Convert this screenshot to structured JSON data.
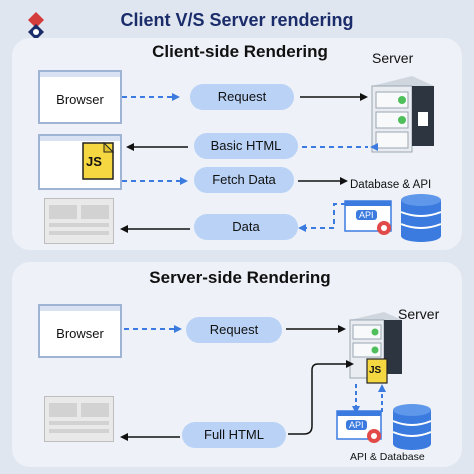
{
  "title": "Client V/S Server rendering",
  "client": {
    "heading": "Client-side Rendering",
    "server_label": "Server",
    "browser_label": "Browser",
    "request_label": "Request",
    "basic_html_label": "Basic HTML",
    "fetch_label": "Fetch Data",
    "db_label": "Database & API",
    "data_label": "Data",
    "js_badge": "JS",
    "api_badge": "API"
  },
  "server": {
    "heading": "Server-side Rendering",
    "server_label": "Server",
    "browser_label": "Browser",
    "request_label": "Request",
    "full_html_label": "Full HTML",
    "db_label": "API & Database",
    "js_badge": "JS",
    "api_badge": "API"
  },
  "colors": {
    "title": "#1b2c6b",
    "pill": "#b9d2f5",
    "arrow_blue": "#3b7be0",
    "panel": "#eef2f8",
    "background": "#dfe6ef",
    "js": "#f5d742",
    "db": "#3b7be0",
    "gear": "#e24a4a"
  },
  "icons": [
    "logo-icon",
    "server-icon",
    "database-icon",
    "gear-icon",
    "js-file-icon",
    "api-icon",
    "arrow-icon"
  ]
}
